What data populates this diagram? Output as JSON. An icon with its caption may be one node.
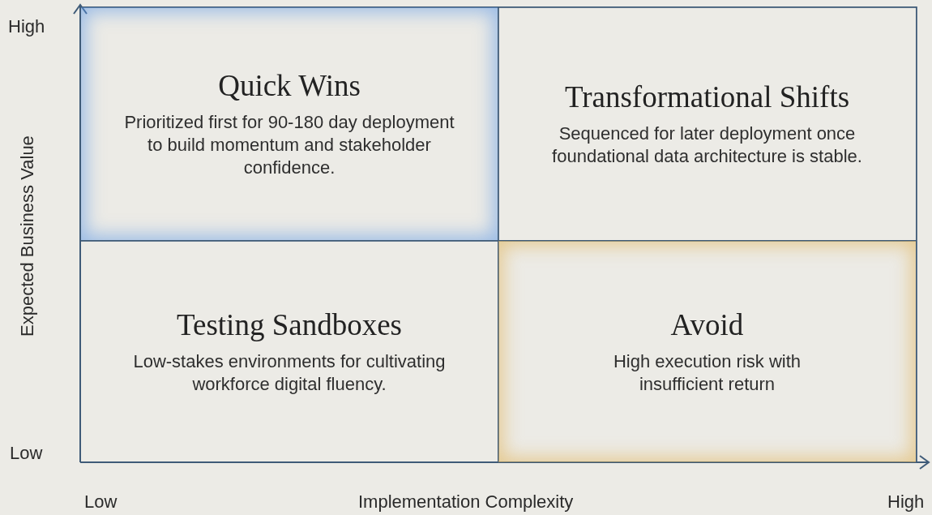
{
  "diagram": {
    "nodes": [
      {
        "text": [
          "Quick Wins",
          "Prioritized first for 90-180 day deployment to build momentum and stakeholder confidence."
        ]
      },
      {
        "text": [
          "Transformational Shifts",
          "Sequenced for later deployment once foundational data architecture is stable."
        ]
      },
      {
        "text": [
          "Testing Sandboxes",
          "Low-stakes environments for cultivating workforce digital fluency."
        ]
      },
      {
        "text": [
          "Avoid",
          "High execution risk with insufficient return"
        ]
      }
    ],
    "labels": [
      "High",
      "Expected Business Value",
      "Low",
      "Low",
      "Implementation Complexity",
      "High"
    ]
  }
}
